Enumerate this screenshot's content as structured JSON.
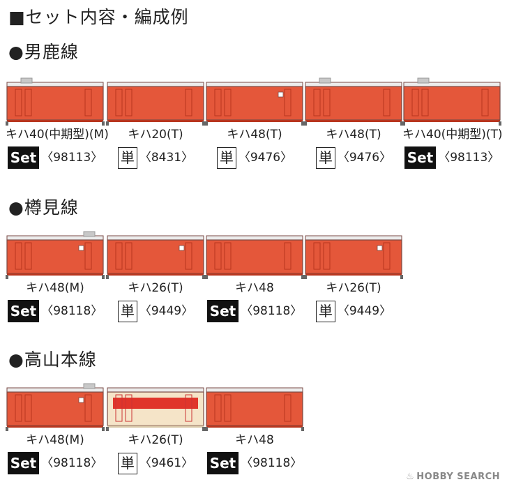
{
  "title": "■セット内容・編成例",
  "lines": [
    {
      "name": "●男鹿線",
      "cars": [
        {
          "name": "キハ40(中期型)(M)",
          "badge": "Set",
          "code": "〈98113〉",
          "livery": "red",
          "roof_unit": "left",
          "window": false
        },
        {
          "name": "キハ20(T)",
          "badge": "単",
          "code": "〈8431〉",
          "livery": "red",
          "roof_unit": "none",
          "window": false
        },
        {
          "name": "キハ48(T)",
          "badge": "単",
          "code": "〈9476〉",
          "livery": "red",
          "roof_unit": "none",
          "window": true
        },
        {
          "name": "キハ48(T)",
          "badge": "単",
          "code": "〈9476〉",
          "livery": "red",
          "roof_unit": "left",
          "window": false
        },
        {
          "name": "キハ40(中期型)(T)",
          "badge": "Set",
          "code": "〈98113〉",
          "livery": "red",
          "roof_unit": "left",
          "window": false
        }
      ]
    },
    {
      "name": "●樽見線",
      "cars": [
        {
          "name": "キハ48(M)",
          "badge": "Set",
          "code": "〈98118〉",
          "livery": "red",
          "roof_unit": "right",
          "window": true
        },
        {
          "name": "キハ26(T)",
          "badge": "単",
          "code": "〈9449〉",
          "livery": "red",
          "roof_unit": "none",
          "window": true
        },
        {
          "name": "キハ48",
          "badge": "Set",
          "code": "〈98118〉",
          "livery": "red",
          "roof_unit": "none",
          "window": false
        },
        {
          "name": "キハ26(T)",
          "badge": "単",
          "code": "〈9449〉",
          "livery": "red",
          "roof_unit": "none",
          "window": true
        }
      ]
    },
    {
      "name": "●高山本線",
      "cars": [
        {
          "name": "キハ48(M)",
          "badge": "Set",
          "code": "〈98118〉",
          "livery": "red",
          "roof_unit": "right",
          "window": true
        },
        {
          "name": "キハ26(T)",
          "badge": "単",
          "code": "〈9461〉",
          "livery": "cream",
          "roof_unit": "none",
          "window": false
        },
        {
          "name": "キハ48",
          "badge": "Set",
          "code": "〈98118〉",
          "livery": "red",
          "roof_unit": "none",
          "window": false
        }
      ]
    }
  ],
  "watermark": "HOBBY SEARCH",
  "colors": {
    "body_red": "#e4573a",
    "body_red_dark": "#b8361f",
    "roof": "#ececec",
    "outline": "#7a4a44",
    "cream": "#f5e4c8",
    "cream_stripe": "#e0352b"
  }
}
